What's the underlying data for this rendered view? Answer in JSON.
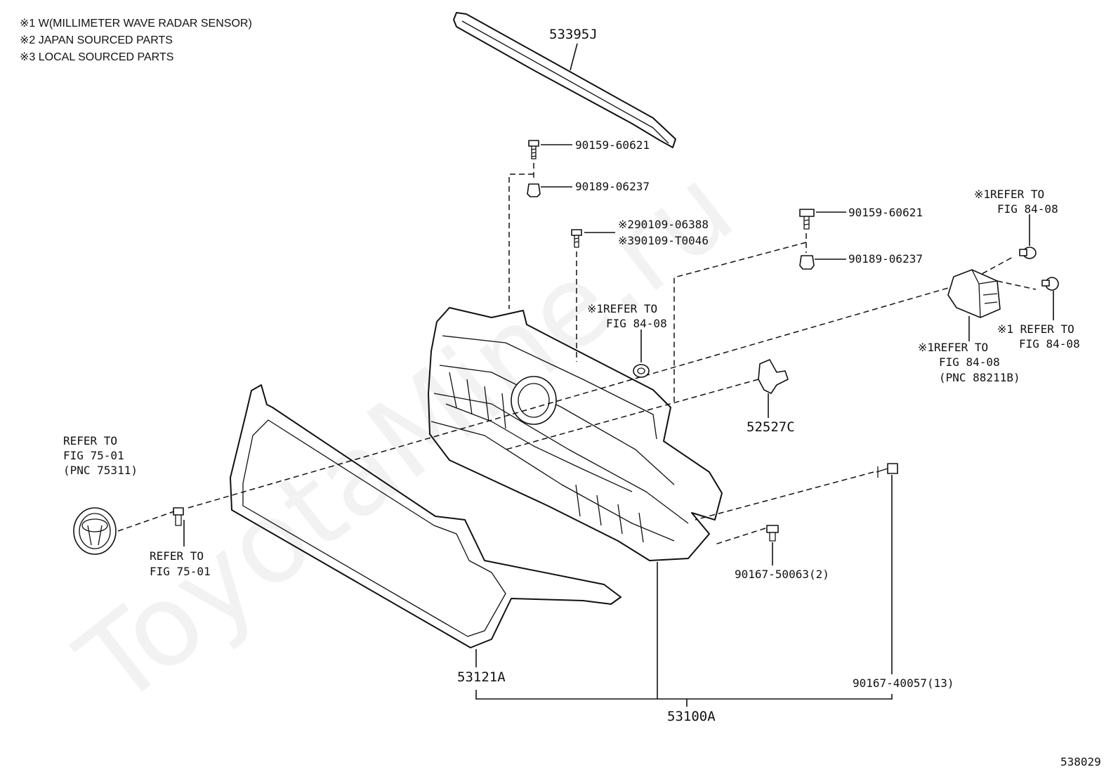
{
  "notes": [
    "※1 W(MILLIMETER WAVE RADAR SENSOR)",
    "※2 JAPAN SOURCED PARTS",
    "※3 LOCAL SOURCED PARTS"
  ],
  "watermark": "ToyotaMine.ru",
  "figure_id": "538029",
  "parts": {
    "molding": "53395J",
    "bolt_top": "90159-60621",
    "nut_top": "90189-06237",
    "screw_japan": "※290109-06388",
    "screw_local": "※390109-T0046",
    "bolt_right": "90159-60621",
    "nut_right": "90189-06237",
    "bracket": "52527C",
    "surround": "53121A",
    "grille_assy": "53100A",
    "clip": "90167-50063(2)",
    "clip_total": "90167-40057(13)"
  },
  "refs": {
    "emblem": [
      "REFER TO",
      "FIG 75-01",
      "(PNC 75311)"
    ],
    "emblem_clip": [
      "REFER TO",
      "FIG 75-01"
    ],
    "radar_grommet": [
      "※1REFER TO",
      "FIG 84-08"
    ],
    "radar_bolt_top": [
      "※1REFER TO",
      "FIG 84-08"
    ],
    "radar_bolt_side": [
      "※1 REFER TO",
      "FIG 84-08"
    ],
    "radar_sensor": [
      "※1REFER TO",
      "FIG 84-08",
      "(PNC 88211B)"
    ]
  }
}
